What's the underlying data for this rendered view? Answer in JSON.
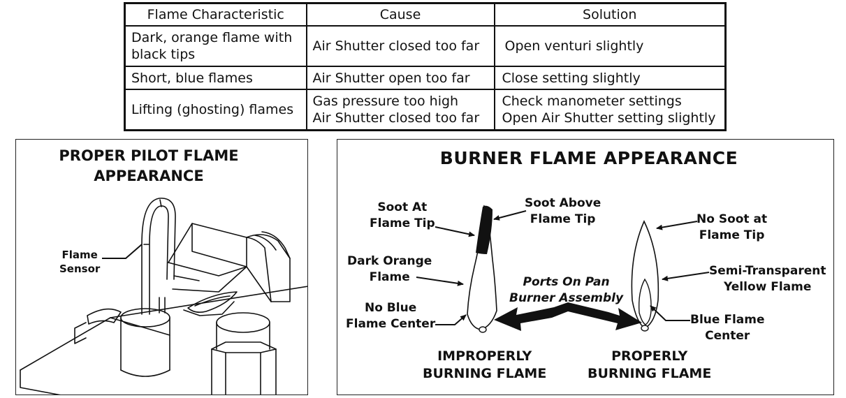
{
  "table": {
    "headers": [
      "Flame Characteristic",
      "Cause",
      "Solution"
    ],
    "rows": [
      {
        "characteristic": [
          "Dark, orange flame with",
          "black tips"
        ],
        "cause": [
          "Air Shutter closed too far"
        ],
        "solution": [
          "Open venturi slightly"
        ]
      },
      {
        "characteristic": [
          "Short, blue flames"
        ],
        "cause": [
          "Air Shutter open too far"
        ],
        "solution": [
          "Close setting slightly"
        ]
      },
      {
        "characteristic": [
          "Lifting (ghosting) flames"
        ],
        "cause": [
          "Gas pressure too high",
          "Air Shutter closed too far"
        ],
        "solution": [
          "Check manometer settings",
          "Open Air Shutter setting slightly"
        ]
      }
    ]
  },
  "pilot_figure": {
    "title": [
      "PROPER PILOT FLAME",
      "APPEARANCE"
    ],
    "flame_sensor_label": [
      "Flame",
      "Sensor"
    ]
  },
  "burner_figure": {
    "title": "BURNER FLAME APPEARANCE",
    "labels": {
      "soot_at_tip": [
        "Soot At",
        "Flame Tip"
      ],
      "soot_above_tip": [
        "Soot Above",
        "Flame Tip"
      ],
      "dark_orange": [
        "Dark Orange",
        "Flame"
      ],
      "no_blue_center": [
        "No Blue",
        "Flame Center"
      ],
      "ports": [
        "Ports On Pan",
        "Burner Assembly"
      ],
      "no_soot": [
        "No Soot at",
        "Flame Tip"
      ],
      "semi_transparent": [
        "Semi-Transparent",
        "Yellow Flame"
      ],
      "blue_center": [
        "Blue Flame",
        "Center"
      ],
      "improper": [
        "IMPROPERLY",
        "BURNING FLAME"
      ],
      "proper": [
        "PROPERLY",
        "BURNING FLAME"
      ]
    }
  }
}
